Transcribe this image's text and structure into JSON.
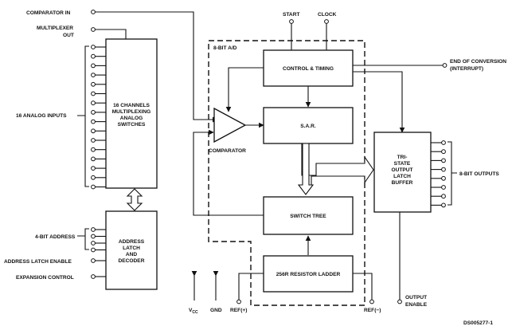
{
  "labels": {
    "comparator_in": "COMPARATOR IN",
    "multiplexer_out_1": "MULTIPLEXER",
    "multiplexer_out_2": "OUT",
    "analog_inputs": "16 ANALOG INPUTS",
    "address_4bit": "4-BIT ADDRESS",
    "address_latch_enable": "ADDRESS LATCH ENABLE",
    "expansion_control": "EXPANSION CONTROL",
    "start": "START",
    "clock": "CLOCK",
    "adc_region": "8-BIT A/D",
    "end_of_conversion_1": "END OF CONVERSION",
    "end_of_conversion_2": "(INTERRUPT)",
    "comparator": "COMPARATOR",
    "outputs_8bit": "8-BIT OUTPUTS",
    "output_enable_1": "OUTPUT",
    "output_enable_2": "ENABLE",
    "vcc_main": "V",
    "vcc_sub": "CC",
    "gnd": "GND",
    "ref_plus": "REF(+)",
    "ref_minus": "REF(−)",
    "doc_id": "DS005277-1"
  },
  "blocks": {
    "mux": [
      "16 CHANNELS",
      "MULTIPLEXING",
      "ANALOG",
      "SWITCHES"
    ],
    "address": [
      "ADDRESS",
      "LATCH",
      "AND",
      "DECODER"
    ],
    "control": "CONTROL & TIMING",
    "sar": "S.A.R.",
    "switch_tree": "SWITCH TREE",
    "ladder": "256R RESISTOR LADDER",
    "output": [
      "TRI-",
      "STATE",
      "OUTPUT",
      "LATCH",
      "BUFFER"
    ]
  }
}
